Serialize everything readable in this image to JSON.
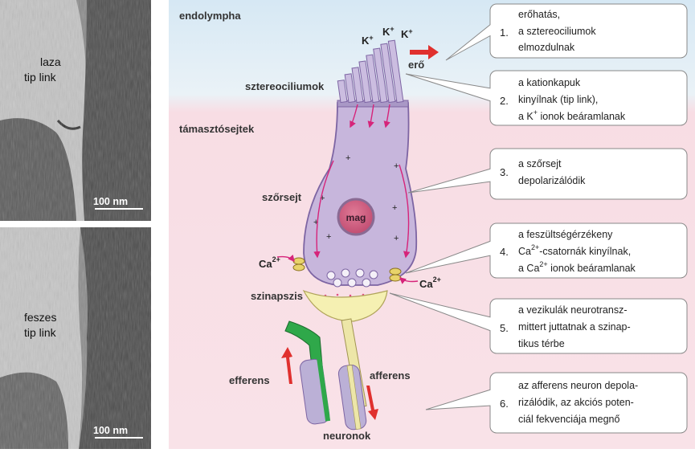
{
  "micrographs": {
    "top": {
      "label_line1": "laza",
      "label_line2": "tip link",
      "scale": "100 nm"
    },
    "bottom": {
      "label_line1": "feszes",
      "label_line2": "tip link",
      "scale": "100 nm"
    }
  },
  "diagram": {
    "regions": {
      "endolymph": "endolympha",
      "support": "támasztósejtek"
    },
    "labels": {
      "stereocilia": "sztereociliumok",
      "hair_cell": "szőrsejt",
      "nucleus": "mag",
      "synapse": "szinapszis",
      "efferent": "efferens",
      "afferent": "afferens",
      "neurons": "neuronok",
      "force": "erő"
    },
    "ions": {
      "k1": "K",
      "k2": "K",
      "k3": "K",
      "k_sup": "+",
      "ca": "Ca",
      "ca_sup": "2+"
    },
    "steps": [
      {
        "num": "1.",
        "lines": [
          "erőhatás,",
          "a sztereociliumok",
          "elmozdulnak"
        ]
      },
      {
        "num": "2.",
        "line1": "a kationkapuk",
        "line2": "kinyílnak (tip link),",
        "line3_pre": "a K",
        "line3_sup": "+",
        "line3_post": " ionok beáramlanak"
      },
      {
        "num": "3.",
        "lines": [
          "a szőrsejt",
          "depolarizálódik"
        ]
      },
      {
        "num": "4.",
        "line1": "a feszültségérzékeny",
        "line2_pre": "Ca",
        "line2_sup": "2+",
        "line2_post": "-csatornák kinyílnak,",
        "line3_pre": "a Ca",
        "line3_sup": "2+",
        "line3_post": " ionok beáramlanak"
      },
      {
        "num": "5.",
        "lines": [
          "a vezikulák neurotransz-",
          "mittert juttatnak a szinap-",
          "tikus térbe"
        ]
      },
      {
        "num": "6.",
        "lines": [
          "az afferens neuron depola-",
          "rizálódik, az akciós poten-",
          "ciál fekvenciája megnő"
        ]
      }
    ]
  }
}
